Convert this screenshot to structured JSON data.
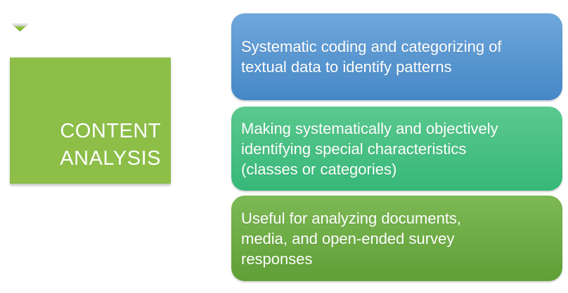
{
  "slide": {
    "bullet_icon": "triangle-down-icon",
    "title_box": {
      "text": "CONTENT\nANALYSIS",
      "background_color": "#8cbe48",
      "text_color": "#ffffff"
    },
    "boxes": [
      {
        "text": "Systematic coding and categorizing of\ntextual data to identify patterns",
        "gradient_top": "#6fa7db",
        "gradient_bottom": "#4587c6",
        "text_color": "#ffffff"
      },
      {
        "text": "Making systematically and objectively\nidentifying special characteristics\n(classes or categories)",
        "gradient_top": "#5bc98e",
        "gradient_bottom": "#36b778",
        "text_color": "#ffffff"
      },
      {
        "text": "Useful for analyzing documents,\nmedia, and open-ended survey\nresponses",
        "gradient_top": "#7db955",
        "gradient_bottom": "#5f9f36",
        "text_color": "#ffffff"
      }
    ]
  }
}
